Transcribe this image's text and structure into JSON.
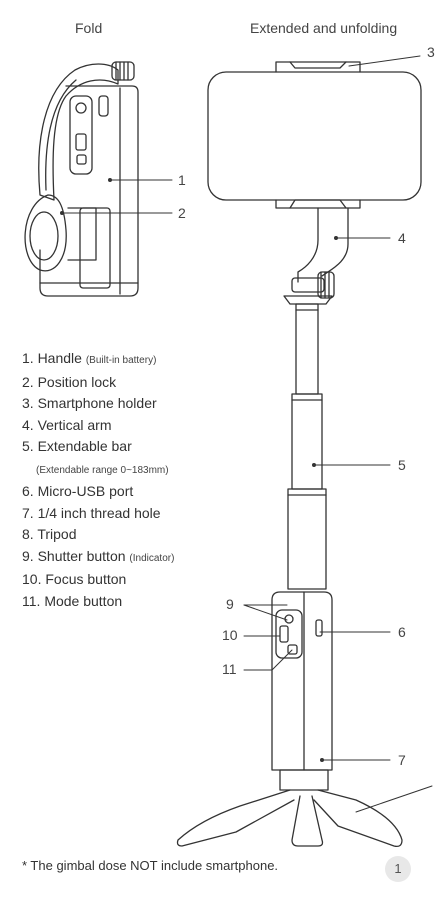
{
  "headers": {
    "fold": "Fold",
    "extended": "Extended and unfolding"
  },
  "callouts": {
    "c1": "1",
    "c2": "2",
    "c3": "3",
    "c4": "4",
    "c5": "5",
    "c6": "6",
    "c7": "7",
    "c9": "9",
    "c10": "10",
    "c11": "11"
  },
  "legend": [
    {
      "main": "1. Handle ",
      "sub": "(Built-in battery)"
    },
    {
      "main": "2. Position lock",
      "sub": ""
    },
    {
      "main": "3. Smartphone holder",
      "sub": ""
    },
    {
      "main": "4. Vertical arm",
      "sub": ""
    },
    {
      "main": "5. Extendable bar",
      "sub": ""
    },
    {
      "main": "",
      "sub": "(Extendable range 0~183mm)"
    },
    {
      "main": "6. Micro-USB port",
      "sub": ""
    },
    {
      "main": "7. 1/4 inch thread hole",
      "sub": ""
    },
    {
      "main": "8. Tripod",
      "sub": ""
    },
    {
      "main": "9. Shutter button ",
      "sub": "(Indicator)"
    },
    {
      "main": "10. Focus button",
      "sub": ""
    },
    {
      "main": "11. Mode button",
      "sub": ""
    }
  ],
  "footnote": "* The gimbal dose NOT include smartphone.",
  "page_number": "1"
}
